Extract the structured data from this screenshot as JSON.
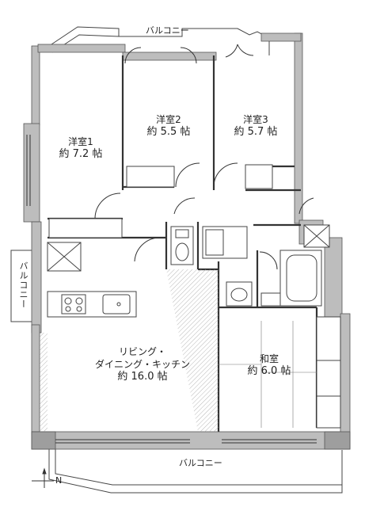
{
  "floorplan": {
    "rooms": {
      "western1": {
        "name": "洋室1",
        "size": "約 7.2 帖"
      },
      "western2": {
        "name": "洋室2",
        "size": "約 5.5 帖"
      },
      "western3": {
        "name": "洋室3",
        "size": "約 5.7 帖"
      },
      "ldk": {
        "name_line1": "リビング・",
        "name_line2": "ダイニング・キッチン",
        "size": "約 16.0 帖"
      },
      "japanese": {
        "name": "和室",
        "size": "約 6.0 帖"
      }
    },
    "balconies": {
      "top": "バルコニー",
      "left": "バルコニー",
      "bottom": "バルコニー"
    },
    "north_mark": "N"
  }
}
